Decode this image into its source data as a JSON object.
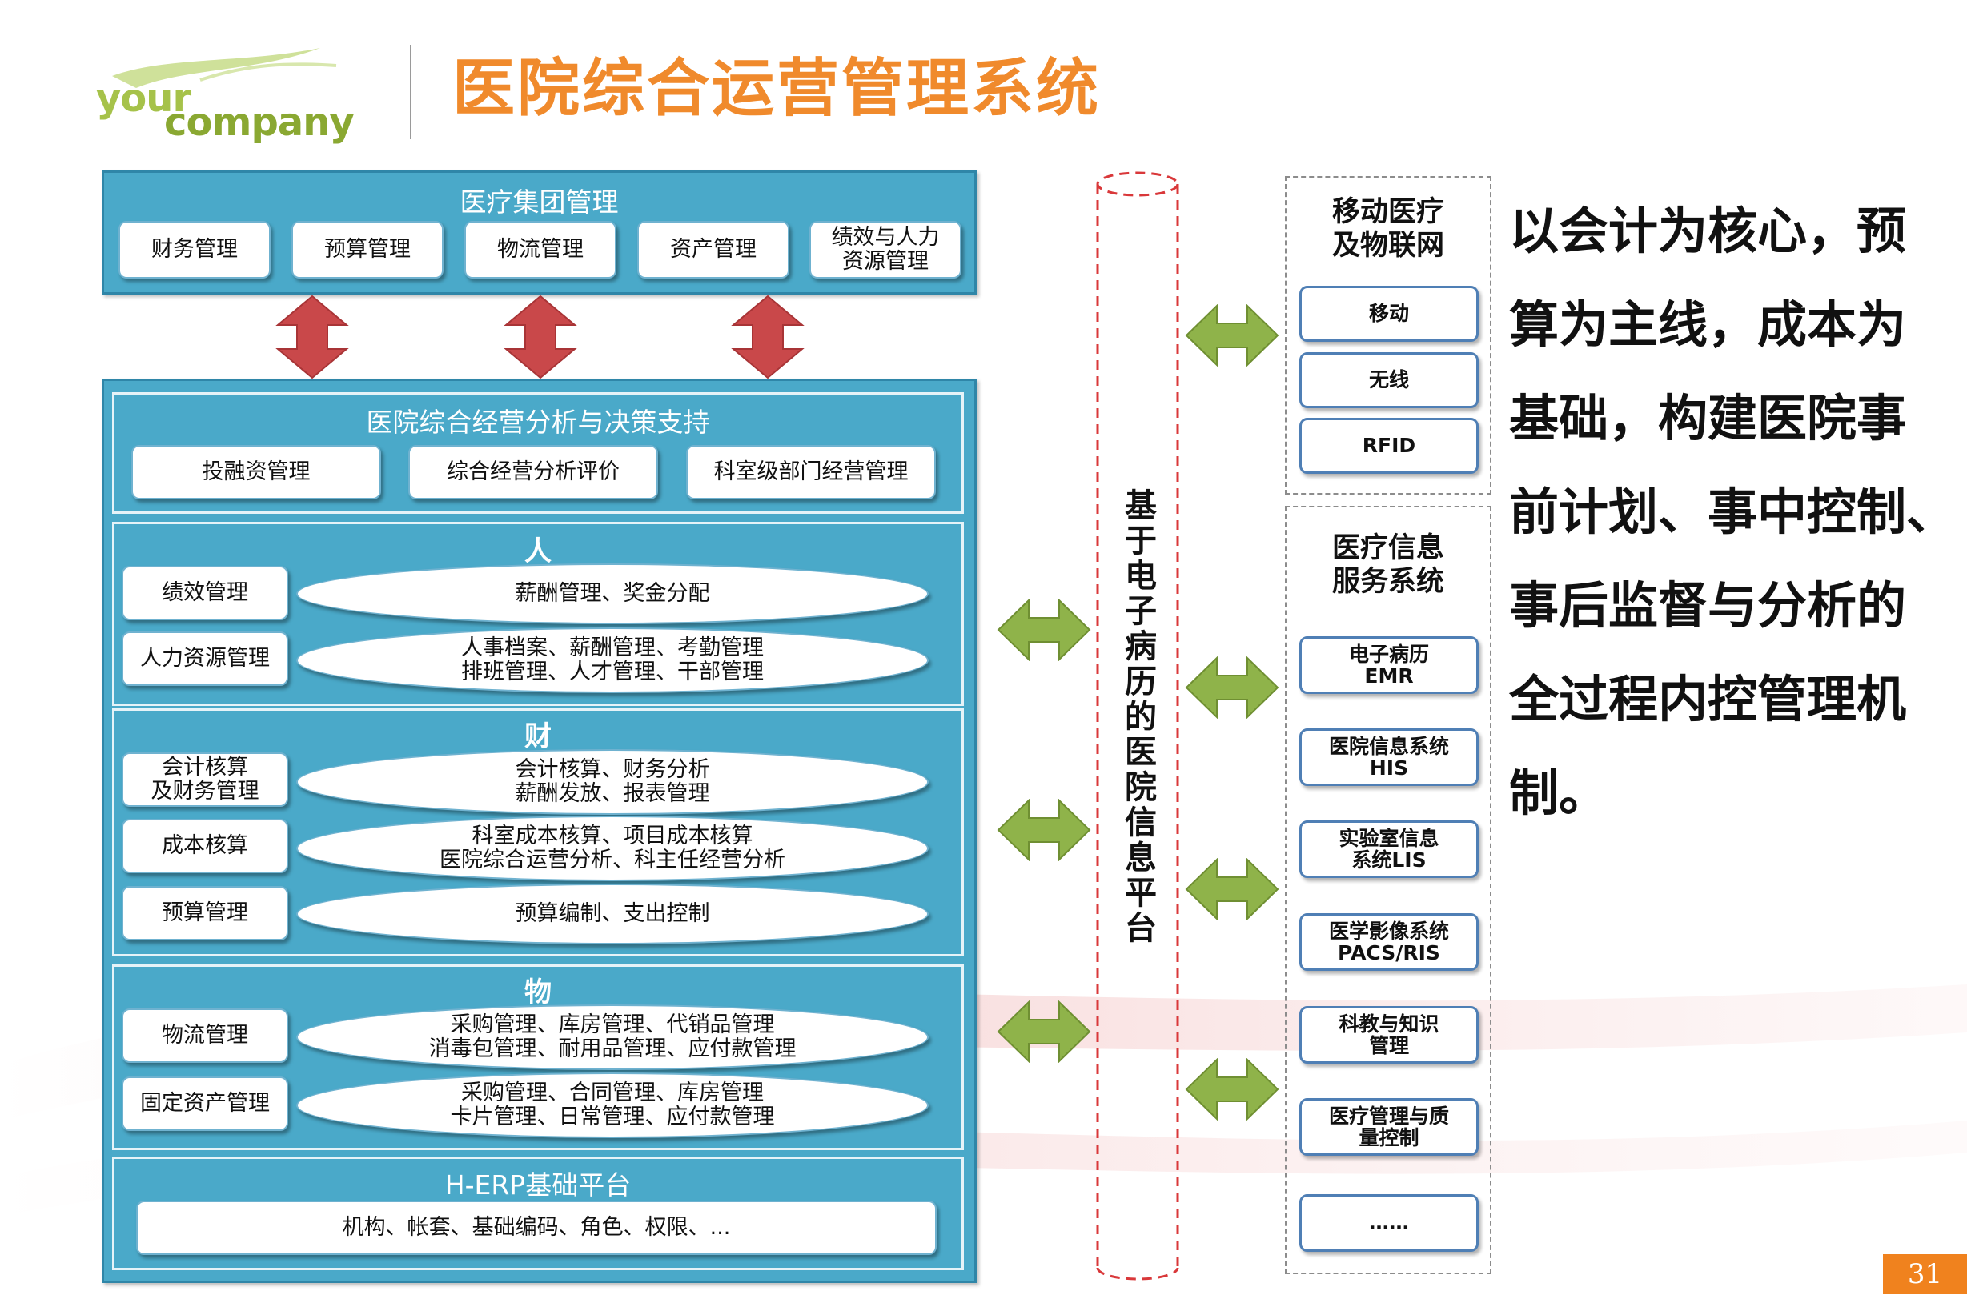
{
  "header": {
    "logo_top": "your",
    "logo_bottom": "company",
    "title": "医院综合运营管理系统"
  },
  "group_mgmt": {
    "title": "医疗集团管理",
    "items": [
      "财务管理",
      "预算管理",
      "物流管理",
      "资产管理",
      "绩效与人力\n资源管理"
    ]
  },
  "decision": {
    "title": "医院综合经营分析与决策支持",
    "items": [
      "投融资管理",
      "综合经营分析评价",
      "科室级部门经营管理"
    ]
  },
  "people": {
    "title": "人",
    "rows": [
      {
        "label": "绩效管理",
        "detail": "薪酬管理、奖金分配"
      },
      {
        "label": "人力资源管理",
        "detail": "人事档案、薪酬管理、考勤管理\n排班管理、人才管理、干部管理"
      }
    ]
  },
  "finance": {
    "title": "财",
    "rows": [
      {
        "label": "会计核算\n及财务管理",
        "detail": "会计核算、财务分析\n薪酬发放、报表管理"
      },
      {
        "label": "成本核算",
        "detail": "科室成本核算、项目成本核算\n医院综合运营分析、科主任经营分析"
      },
      {
        "label": "预算管理",
        "detail": "预算编制、支出控制"
      }
    ]
  },
  "materials": {
    "title": "物",
    "rows": [
      {
        "label": "物流管理",
        "detail": "采购管理、库房管理、代销品管理\n消毒包管理、耐用品管理、应付款管理"
      },
      {
        "label": "固定资产管理",
        "detail": "采购管理、合同管理、库房管理\n卡片管理、日常管理、应付款管理"
      }
    ]
  },
  "herp": {
    "title": "H-ERP基础平台",
    "detail": "机构、帐套、基础编码、角色、权限、..."
  },
  "platform": {
    "label": "基于电子病历的医院信息平台"
  },
  "mobile": {
    "title": "移动医疗\n及物联网",
    "items": [
      "移动",
      "无线",
      "RFID"
    ]
  },
  "his": {
    "title": "医疗信息\n服务系统",
    "items": [
      "电子病历\nEMR",
      "医院信息系统\nHIS",
      "实验室信息\n系统LIS",
      "医学影像系统\nPACS/RIS",
      "科教与知识\n管理",
      "医疗管理与质\n量控制",
      "……"
    ]
  },
  "summary": {
    "lines": [
      "以会计为核心，预",
      "算为主线，成本为",
      "基础，构建医院事",
      "前计划、事中控制、",
      "事后监督与分析的",
      "全过程内控管理机",
      "制。"
    ]
  },
  "page_number": "31",
  "colors": {
    "panel_fill": "#4aa9c9",
    "title_orange": "#f08a2c",
    "red_arrow": "#c9484a",
    "green_arrow": "#8fb34a",
    "box_border": "#4f7fb5",
    "page_badge": "#f0821e"
  }
}
